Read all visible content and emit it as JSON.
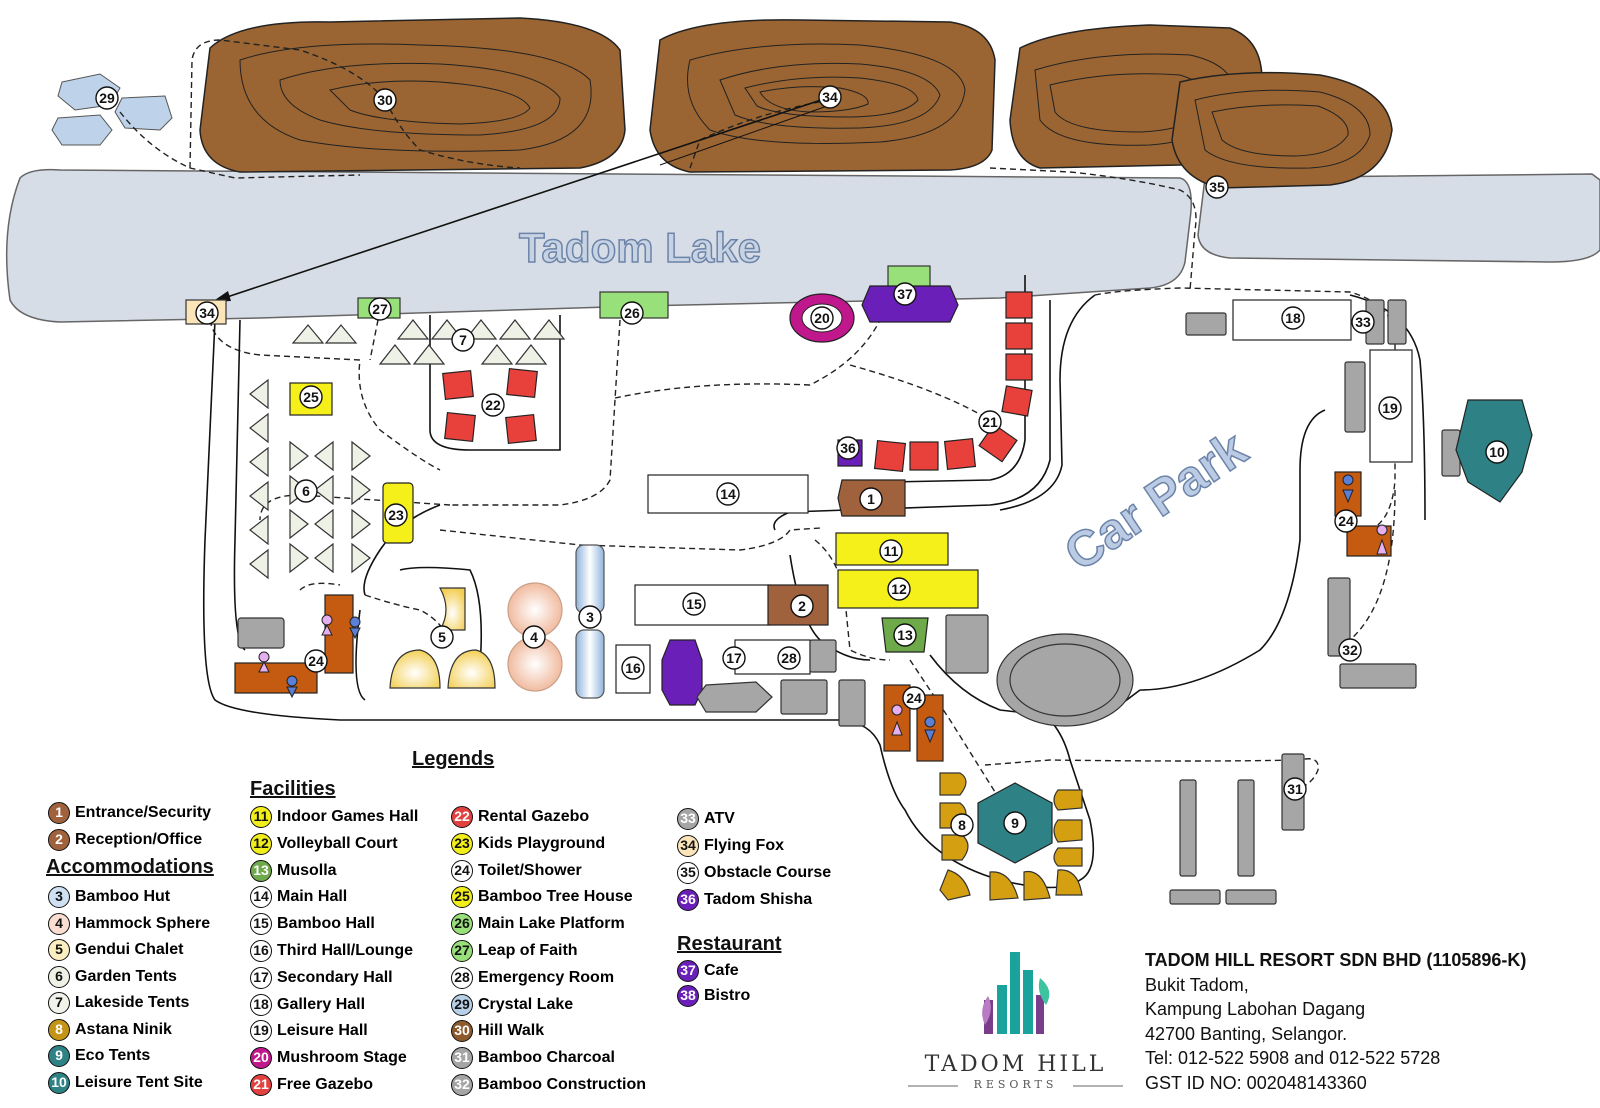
{
  "map": {
    "lake_label": "Tadom Lake",
    "carpark_label": "Car Park",
    "markers": [
      "1",
      "2",
      "3",
      "4",
      "5",
      "6",
      "7",
      "8",
      "9",
      "10",
      "11",
      "12",
      "13",
      "14",
      "15",
      "16",
      "17",
      "18",
      "19",
      "20",
      "21",
      "22",
      "23",
      "24",
      "25",
      "26",
      "27",
      "28",
      "29",
      "30",
      "31",
      "32",
      "33",
      "34",
      "35",
      "36",
      "37"
    ]
  },
  "legend": {
    "title": "Legends",
    "facilities_heading": "Facilities",
    "accommodations_heading": "Accommodations",
    "restaurant_heading": "Restaurant",
    "top_items": [
      {
        "num": "1",
        "label": "Entrance/Security",
        "color": "#a0613d"
      },
      {
        "num": "2",
        "label": "Reception/Office",
        "color": "#a0613d"
      }
    ],
    "accommodations": [
      {
        "num": "3",
        "label": "Bamboo Hut",
        "color": "#cfe0f3"
      },
      {
        "num": "4",
        "label": "Hammock Sphere",
        "color": "#f8ddd0"
      },
      {
        "num": "5",
        "label": "Gendui Chalet",
        "color": "#fbeec0"
      },
      {
        "num": "6",
        "label": "Garden Tents",
        "color": "#eef2e6"
      },
      {
        "num": "7",
        "label": "Lakeside Tents",
        "color": "#f1f3ea"
      },
      {
        "num": "8",
        "label": "Astana Ninik",
        "color": "#c49416"
      },
      {
        "num": "9",
        "label": "Eco Tents",
        "color": "#2e8286"
      },
      {
        "num": "10",
        "label": "Leisure Tent Site",
        "color": "#2e8286"
      }
    ],
    "facilities_col1": [
      {
        "num": "11",
        "label": "Indoor Games Hall",
        "color": "#f2ee1c"
      },
      {
        "num": "12",
        "label": "Volleyball Court",
        "color": "#f2ee1c"
      },
      {
        "num": "13",
        "label": "Musolla",
        "color": "#6ea94a"
      },
      {
        "num": "14",
        "label": "Main Hall",
        "color": "#ffffff"
      },
      {
        "num": "15",
        "label": "Bamboo Hall",
        "color": "#ffffff"
      },
      {
        "num": "16",
        "label": "Third Hall/Lounge",
        "color": "#ffffff"
      },
      {
        "num": "17",
        "label": "Secondary Hall",
        "color": "#ffffff"
      },
      {
        "num": "18",
        "label": "Gallery Hall",
        "color": "#ffffff"
      },
      {
        "num": "19",
        "label": "Leisure Hall",
        "color": "#ffffff"
      },
      {
        "num": "20",
        "label": "Mushroom Stage",
        "color": "#c0178d"
      },
      {
        "num": "21",
        "label": "Free Gazebo",
        "color": "#e2423f"
      }
    ],
    "facilities_col2": [
      {
        "num": "22",
        "label": "Rental Gazebo",
        "color": "#e2423f"
      },
      {
        "num": "23",
        "label": "Kids Playground",
        "color": "#f2ee1c"
      },
      {
        "num": "24",
        "label": "Toilet/Shower",
        "color": "#ffffff"
      },
      {
        "num": "25",
        "label": "Bamboo Tree House",
        "color": "#f2ee1c"
      },
      {
        "num": "26",
        "label": "Main Lake Platform",
        "color": "#98e07a"
      },
      {
        "num": "27",
        "label": "Leap of Faith",
        "color": "#98e07a"
      },
      {
        "num": "28",
        "label": "Emergency Room",
        "color": "#ffffff"
      },
      {
        "num": "29",
        "label": "Crystal Lake",
        "color": "#b8cfe8"
      },
      {
        "num": "30",
        "label": "Hill Walk",
        "color": "#8c5a2b"
      },
      {
        "num": "31",
        "label": "Bamboo Charcoal",
        "color": "#a5a5a5"
      },
      {
        "num": "32",
        "label": "Bamboo Construction",
        "color": "#a5a5a5"
      }
    ],
    "facilities_col3": [
      {
        "num": "33",
        "label": "ATV",
        "color": "#a5a5a5"
      },
      {
        "num": "34",
        "label": "Flying Fox",
        "color": "#fbe5b8"
      },
      {
        "num": "35",
        "label": "Obstacle Course",
        "color": "#ffffff"
      },
      {
        "num": "36",
        "label": "Tadom Shisha",
        "color": "#6a1fb8"
      }
    ],
    "restaurant": [
      {
        "num": "37",
        "label": "Cafe",
        "color": "#6a1fb8"
      },
      {
        "num": "38",
        "label": "Bistro",
        "color": "#6a1fb8"
      }
    ]
  },
  "company": {
    "name": "TADOM HILL RESORT SDN BHD (1105896-K)",
    "line1": "Bukit Tadom,",
    "line2": "Kampung Labohan Dagang",
    "line3": "42700 Banting, Selangor.",
    "phone": "Tel: 012-522 5908 and 012-522 5728",
    "gst": "GST ID NO: 002048143360"
  },
  "logo": {
    "name": "TADOM HILL",
    "sub": "RESORTS"
  },
  "colors": {
    "lake": "#d7dde6",
    "hill": "#9a6532",
    "gray_building": "#a6a6a6",
    "toilet": "#c55a11",
    "teal": "#2e8286",
    "purple": "#6a1fb8",
    "yellow": "#f5ef1a",
    "red": "#e8413c",
    "green": "#98e07a"
  }
}
